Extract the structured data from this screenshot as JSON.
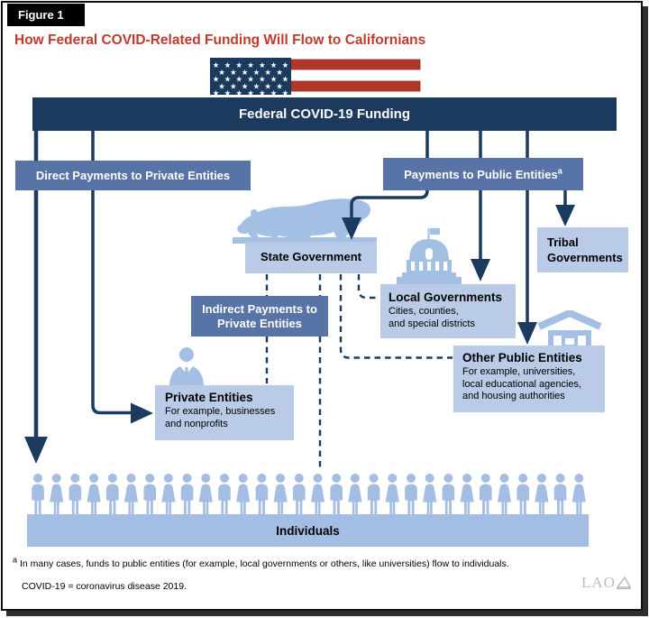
{
  "figure_label": "Figure 1",
  "title": "How Federal COVID-Related Funding Will Flow to Californians",
  "bar_label": "Federal COVID-19 Funding",
  "boxes": {
    "direct": "Direct Payments to Private Entities",
    "payments_public": "Payments to Public Entities",
    "payments_sup": "a",
    "state": "State Government",
    "indirect1": "Indirect Payments to",
    "indirect2": "Private Entities",
    "local_title": "Local Governments",
    "local_sub1": "Cities, counties,",
    "local_sub2": "and special districts",
    "tribal1": "Tribal",
    "tribal2": "Governments",
    "private_title": "Private Entities",
    "private_sub1": "For example, businesses",
    "private_sub2": "and nonprofits",
    "other_title": "Other Public Entities",
    "other_sub1": "For example, universities,",
    "other_sub2": "local educational agencies,",
    "other_sub3": "and housing authorities",
    "individuals": "Individuals"
  },
  "footnotes": {
    "marker": "a",
    "note1": "In many cases, funds to public entities (for example, local governments or others, like universities) flow to individuals.",
    "note2": "COVID-19 = coronavirus disease 2019."
  },
  "logo": {
    "text": "LAO"
  },
  "people": {
    "count": 30
  },
  "icons": [
    "us-flag-icon",
    "california-bear-icon",
    "capitol-icon",
    "business-person-icon",
    "university-building-icon",
    "people-row-icon",
    "lao-logo-icon"
  ],
  "colors": {
    "navy": "#1c3a5e",
    "medium_blue_box": "#5873a5",
    "light_blue_box": "#b9cbe6",
    "icon_blue": "#a3bfe4",
    "individuals_blue": "#a4bde2",
    "title_red": "#c23b2a",
    "flag_red": "#b23729",
    "logo_gray": "#b8bdc7"
  }
}
